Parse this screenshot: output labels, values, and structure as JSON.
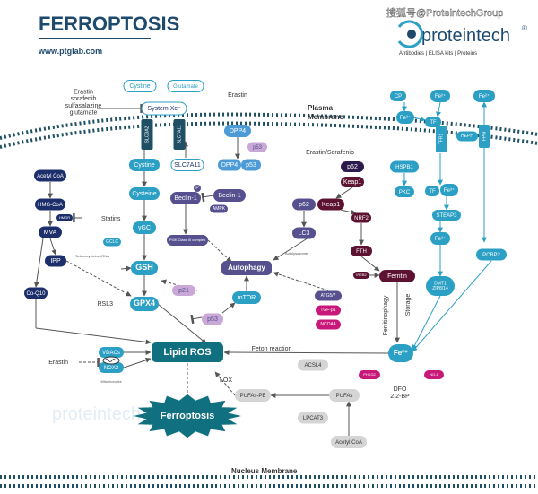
{
  "header": {
    "title": "FERROPTOSIS",
    "url": "www.ptglab.com",
    "watermark": "搜狐号@ProteintechGroup",
    "brand": "proteintech",
    "brand_mark": "®",
    "brand_tagline": "Antibodies  |  ELISA kits  |  Proteins"
  },
  "labels": {
    "plasma_membrane": "Plasma\nMembrane",
    "nucleus_membrane": "Nucleus Membrane",
    "fenton_reaction": "Feton reaction",
    "lox": "LOX",
    "autolysosome": "Autolysosome",
    "selenocysteine": "Selenocysteine tRNA",
    "mitochondria": "Mitochondria",
    "ferritinophagy": "Ferritinophagy",
    "storage": "Storage",
    "dfo": "DFO\n2,2-BP",
    "statins": "Statins",
    "rsl3": "RSL3",
    "erastin_top": "Erastin",
    "erastin_sorafenib": "Erastin/Sorafenib",
    "erastin_left": "Erastin",
    "inhibitor_stack": "Erastin\nsorafenib\nsulfasalazine\nglutamate",
    "ghost_logo": "proteintech"
  },
  "nodes": {
    "cystine_top": "Cystine",
    "glutamate": "Glutamate",
    "system_xc": "System Xc⁻",
    "slc3a2": "SLC3A2",
    "slc7a11_mem": "SLC7A11",
    "dpp4_top": "DPP4",
    "p53_top": "p53",
    "dpp4_p53_a": "DPP4",
    "dpp4_p53_b": "p53",
    "cystine": "Cystine",
    "slc7a11": "SLC7A11",
    "cysteine": "Cysteine",
    "ygc": "γGC",
    "gclc": "GCLC",
    "gsh": "GSH",
    "gpx4": "GPX4",
    "beclin1_p": "Beclin-1",
    "beclin1": "Beclin-1",
    "p_badge": "P",
    "ampk": "AMPK",
    "pi3k": "PI3K Class III complex",
    "acetyl_coa_left": "Acetyl CoA",
    "hmg_coa": "HMG-CoA",
    "hmgr": "HMGR",
    "mva": "MVA",
    "ipp": "IPP",
    "coq10": "Co-Q10",
    "p62_top": "p62",
    "keap1_top": "Keap1",
    "p62": "p62",
    "keap1": "Keap1",
    "nrf2": "NRF2",
    "fth": "FTH",
    "ireb2": "IREB2",
    "ferritin": "Ferritin",
    "lc3": "LC3",
    "autophagy": "Autophagy",
    "p21": "p21",
    "mtor": "mTOR",
    "p53_mid": "p53",
    "atg": "ATG5/7",
    "tgfb1": "TGF-β1",
    "ncoa4": "NCOA4",
    "lipid_ros": "Lipid ROS",
    "ferroptosis": "Ferroptosis",
    "vdacs": "VDACs",
    "nox2": "NOX2",
    "pufas_pe": "PUFAs-PE",
    "pufas": "PUFAs",
    "acsl4": "ACSL4",
    "lpcat3": "LPCAT3",
    "acetyl_coa_bottom": "Acetyl CoA",
    "fe2_center": "Fe²⁺",
    "phkg2": "PHKG2",
    "nfe1": "NO-1",
    "cp": "CP",
    "fe3_top": "Fe³⁺",
    "fe2_top": "Fe²⁺",
    "fe3_mid": "Fe³⁺",
    "tf_top": "TF",
    "tfr1": "TFR1",
    "heph": "HEPH",
    "fpn": "FPN",
    "fe2_right": "Fe²⁺",
    "hspb1": "HSPB1",
    "pkc": "PKC",
    "tf_endo": "TF",
    "fe3_endo": "Fe³⁺",
    "steap3": "STEAP3",
    "fe2_endo": "Fe²⁺",
    "dmt1": "DMT1\nZIP8/14",
    "pcbp2": "PCBP2"
  },
  "colors": {
    "title": "#1e4a6e",
    "navy": "#1d2f6b",
    "teal": "#2b9fc4",
    "teal_dark": "#11707f",
    "purple": "#56508f",
    "dark_purple": "#2c1a4d",
    "maroon": "#5c1230",
    "magenta": "#c81879",
    "lavender": "#c9a7d6",
    "grey": "#d5d5d5",
    "membrane": "#1f4f64"
  }
}
